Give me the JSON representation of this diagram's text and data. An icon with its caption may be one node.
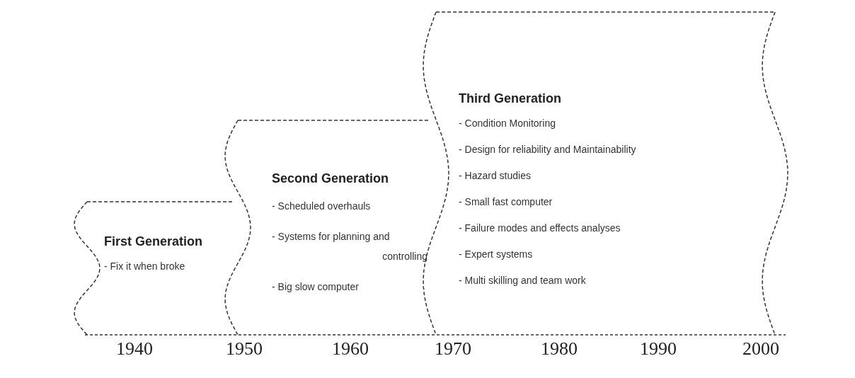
{
  "diagram": {
    "nodes": [
      {
        "text": [
          "First Generation",
          "- Fix it when broke"
        ]
      },
      {
        "text": [
          "Second Generation",
          "- Scheduled overhauls",
          "- Systems for planning and controlling",
          "- Big slow computer"
        ]
      },
      {
        "text": [
          "Third Generation",
          "- Condition Monitoring",
          "- Design for reliability and Maintainability",
          "- Hazard studies",
          "- Small fast computer",
          "- Failure modes and effects analyses",
          "- Expert systems",
          "- Multi skilling and team work"
        ]
      }
    ],
    "labels": [
      "1940",
      "1950",
      "1960",
      "1970",
      "1980",
      "1990",
      "2000"
    ]
  }
}
